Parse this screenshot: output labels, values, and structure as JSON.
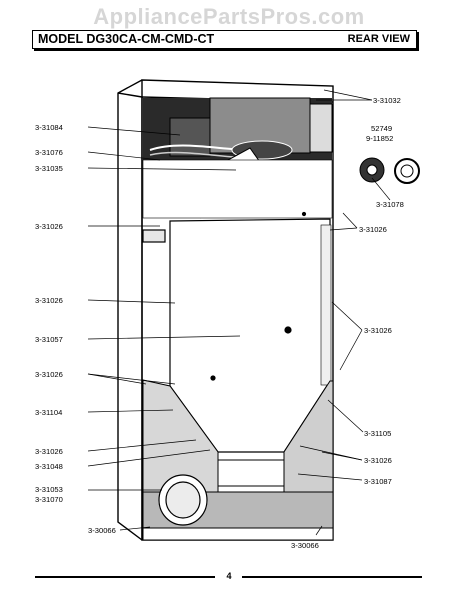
{
  "watermark": "AppliancePartsPros.com",
  "header": {
    "model": "MODEL DG30CA-CM-CMD-CT",
    "view": "REAR VIEW"
  },
  "inset_parts": {
    "line1": "52749",
    "line2": "9-11852"
  },
  "labels": {
    "l_31084": "3-31084",
    "l_31076": "3-31076",
    "l_31035": "3-31035",
    "l_31026_a": "3-31026",
    "l_31026_b": "3-31026",
    "l_31057": "3-31057",
    "l_31026_c": "3-31026",
    "l_31104": "3-31104",
    "l_31026_d": "3-31026",
    "l_31048": "3-31048",
    "l_31053": "3-31053",
    "l_31070": "3-31070",
    "l_30066_l": "3-30066",
    "r_31032": "3-31032",
    "r_31078": "3-31078",
    "r_31026_a": "3-31026",
    "r_31026_b": "3-31026",
    "r_31105": "3-31105",
    "r_31026_c": "3-31026",
    "r_31087": "3-31087",
    "b_30066": "3-30066"
  },
  "page_number": "4"
}
